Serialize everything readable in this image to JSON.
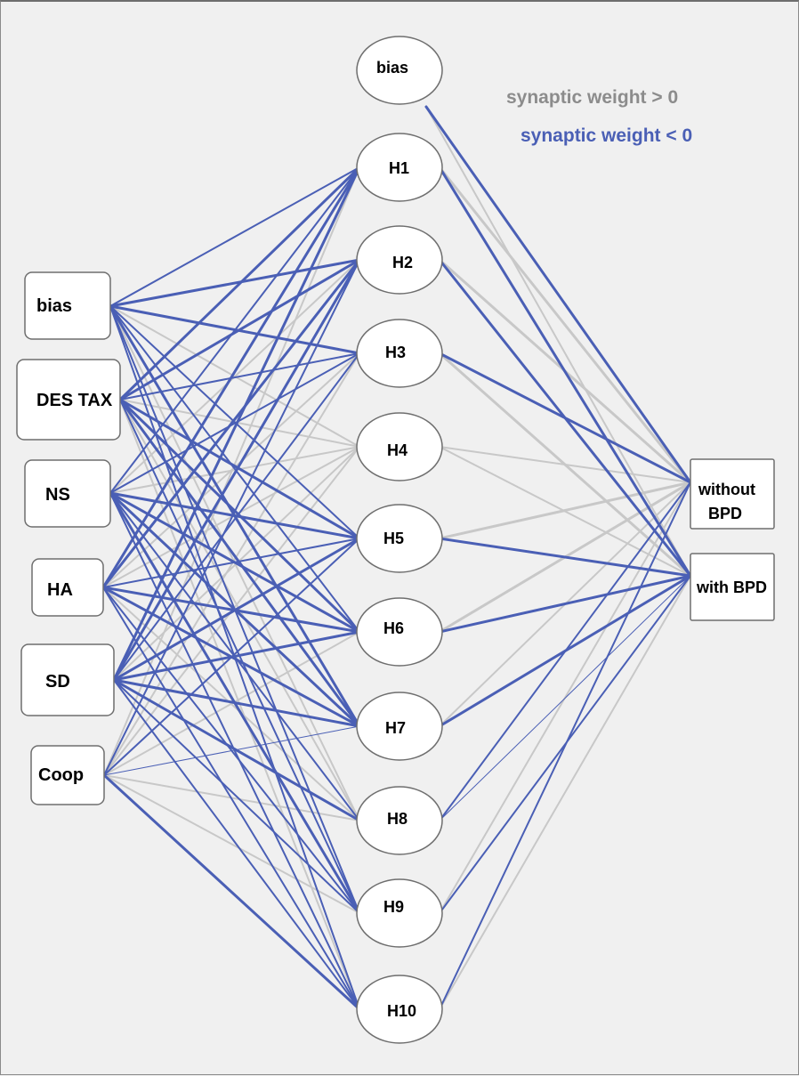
{
  "colors": {
    "positive": "#c8c8c8",
    "negative": "#4a5fb5",
    "background": "#f0f0f0"
  },
  "legend": {
    "positive_label": "synaptic weight > 0",
    "negative_label": "synaptic weight < 0"
  },
  "input_nodes": [
    "bias",
    "DES TAX",
    "NS",
    "HA",
    "SD",
    "Coop"
  ],
  "hidden_nodes": [
    "bias",
    "H1",
    "H2",
    "H3",
    "H4",
    "H5",
    "H6",
    "H7",
    "H8",
    "H9",
    "H10"
  ],
  "output_nodes": [
    {
      "line1": "without",
      "line2": "BPD"
    },
    {
      "line1": "with BPD",
      "line2": ""
    }
  ]
}
